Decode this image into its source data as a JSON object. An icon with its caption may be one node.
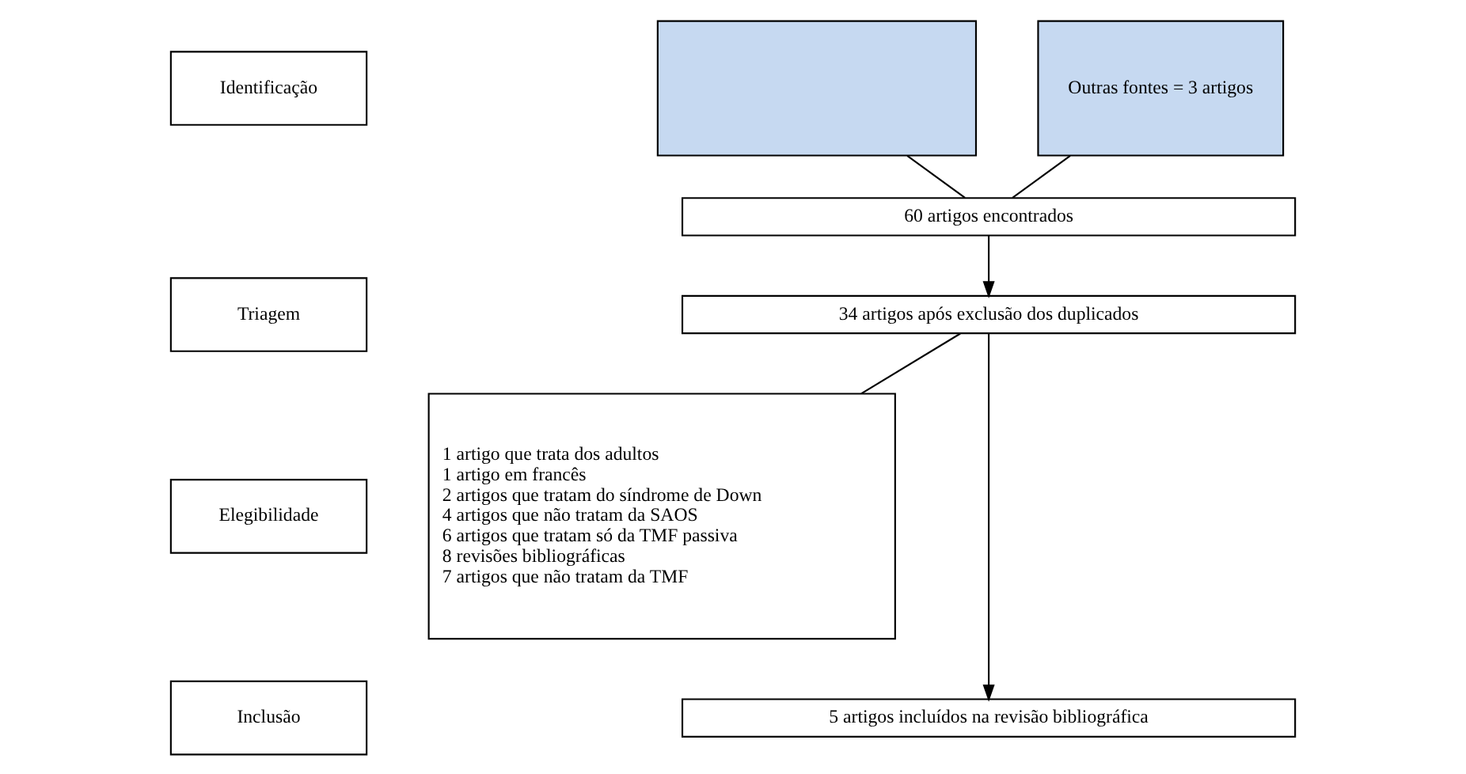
{
  "diagram": {
    "nodes": [
      {
        "text": [
          "Identificação"
        ]
      },
      {
        "text": [],
        "shape": "box"
      },
      {
        "text": [
          "Outras fontes = 3 artigos"
        ]
      },
      {
        "text": [
          "60 artigos encontrados"
        ]
      },
      {
        "text": [
          "Triagem"
        ]
      },
      {
        "text": [
          "34 artigos após exclusão dos duplicados"
        ]
      },
      {
        "text": [
          "Elegibilidade"
        ]
      },
      {
        "text": [
          "1 artigo que trata dos adultos",
          "1 artigo em francês",
          "2 artigos que tratam do síndrome de Down",
          "4 artigos que não tratam da SAOS",
          "6 artigos que tratam só da TMF passiva",
          "8 revisões bibliográficas",
          "7 artigos que não tratam da TMF"
        ]
      },
      {
        "text": [
          "Inclusão"
        ]
      },
      {
        "text": [
          "5 artigos incluídos na revisão bibliográfica"
        ]
      }
    ],
    "edges": [
      {
        "from": 1,
        "to": 3,
        "arrow": "none"
      },
      {
        "from": 2,
        "to": 3,
        "arrow": "none"
      },
      {
        "from": 3,
        "to": 5,
        "arrow": "to"
      },
      {
        "from": 5,
        "to": 9,
        "arrow": "to"
      },
      {
        "from": 5,
        "to": 7,
        "arrow": "none"
      }
    ]
  }
}
